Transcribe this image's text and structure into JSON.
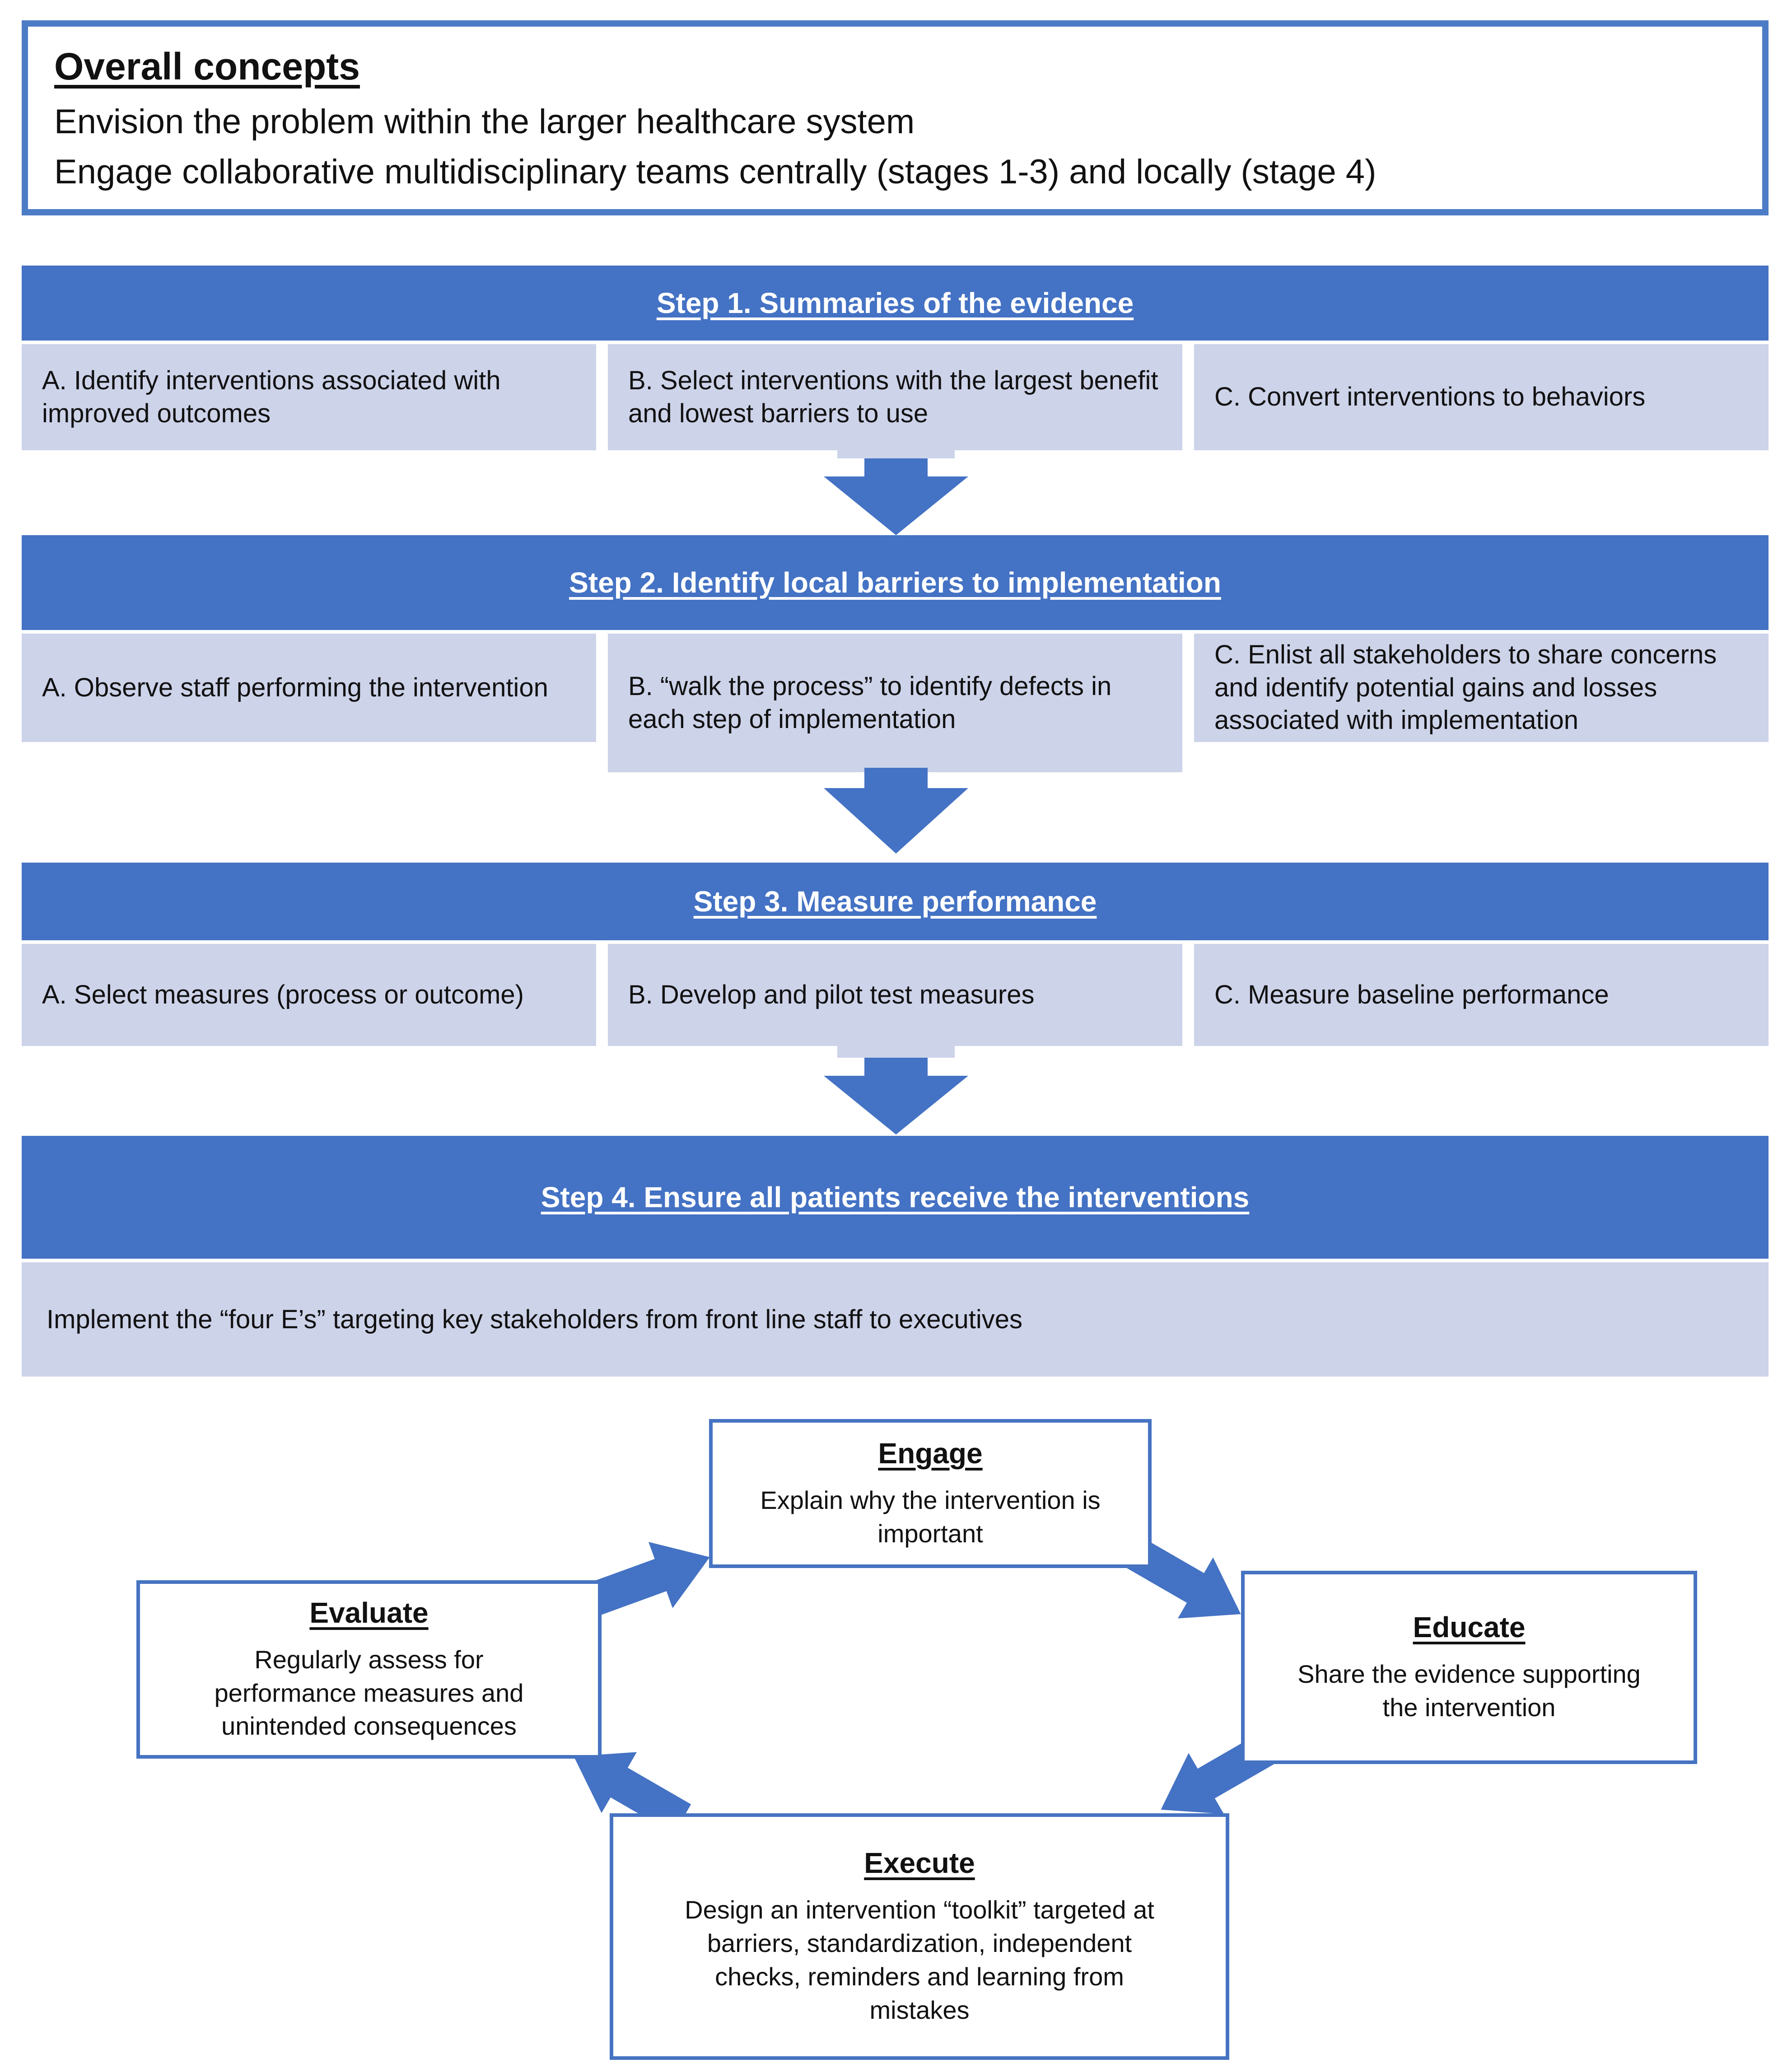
{
  "colors": {
    "accent_blue": "#4472C4",
    "light_box_fill": "#CDD3E9",
    "outline_blue": "#4673C2",
    "header_text": "#FFFFFF",
    "body_text": "#111111"
  },
  "overall": {
    "title": "Overall concepts",
    "lines": [
      "Envision the problem within the larger healthcare system",
      "Engage collaborative multidisciplinary teams centrally (stages 1-3) and locally (stage 4)"
    ]
  },
  "steps": [
    {
      "header": "Step 1. Summaries of the evidence",
      "boxes": [
        "A. Identify interventions associated with improved outcomes",
        "B. Select interventions with the largest benefit and lowest barriers to use",
        "C. Convert interventions to behaviors"
      ]
    },
    {
      "header": "Step 2. Identify local barriers to implementation",
      "boxes": [
        "A. Observe staff performing the intervention",
        "B. “walk the process” to identify defects in each step of implementation",
        "C. Enlist all stakeholders to share concerns and identify potential gains and losses associated with implementation"
      ]
    },
    {
      "header": "Step 3. Measure performance",
      "boxes": [
        "A. Select measures (process or outcome)",
        "B. Develop and pilot test measures",
        "C. Measure baseline performance"
      ]
    },
    {
      "header": "Step 4. Ensure all patients receive the interventions",
      "body": "Implement the “four E’s” targeting key stakeholders from front line staff to executives"
    }
  ],
  "cycle": [
    {
      "title": "Engage",
      "lines": [
        "Explain why the intervention is",
        "important"
      ]
    },
    {
      "title": "Educate",
      "lines": [
        "Share the evidence supporting",
        "the intervention"
      ]
    },
    {
      "title": "Execute",
      "lines": [
        "Design an intervention “toolkit” targeted at",
        "barriers, standardization, independent",
        "checks, reminders and learning from",
        "mistakes"
      ]
    },
    {
      "title": "Evaluate",
      "lines": [
        "Regularly assess for",
        "performance measures and",
        "unintended consequences"
      ]
    }
  ]
}
